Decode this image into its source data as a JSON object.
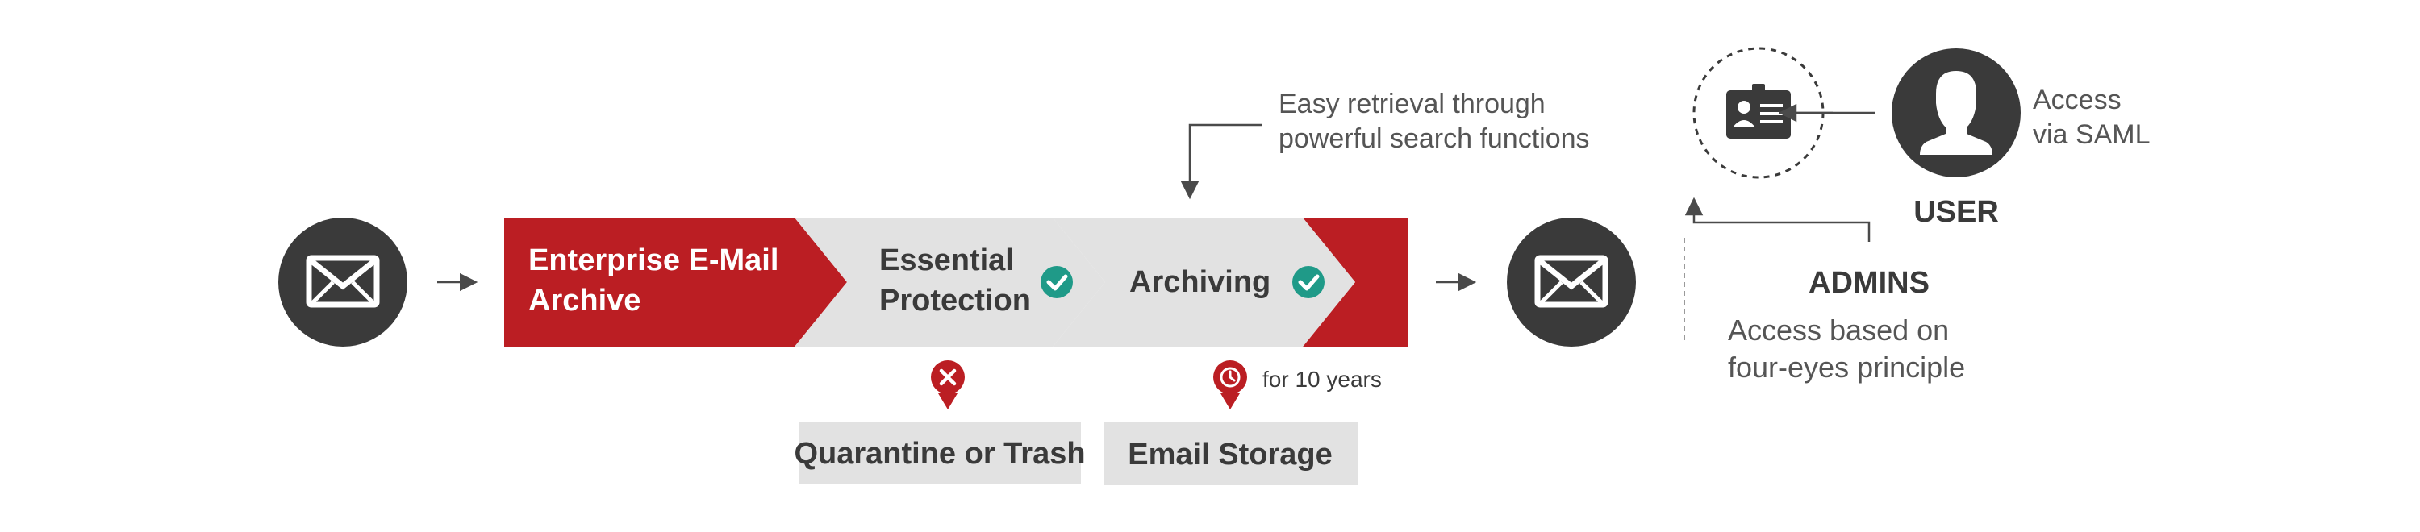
{
  "pipeline": {
    "archive_label": [
      "Enterprise E-Mail",
      "Archive"
    ],
    "protection_label": [
      "Essential",
      "Protection"
    ],
    "archiving_label": "Archiving"
  },
  "outputs": {
    "quarantine": "Quarantine or Trash",
    "storage": "Email Storage",
    "retention": "for 10 years"
  },
  "retrieval": [
    "Easy retrieval through",
    "powerful search functions"
  ],
  "user": {
    "title": "USER",
    "access": [
      "Access",
      "via SAML"
    ]
  },
  "admins": {
    "title": "ADMINS",
    "access": [
      "Access based on",
      "four-eyes principle"
    ]
  },
  "colors": {
    "brand_red": "#bb1e23",
    "step_gray": "#e2e2e2",
    "icon_dark": "#3a3a3a",
    "check_green": "#1f9a88",
    "text_dark": "#3a3a3a",
    "text_gray": "#555555"
  },
  "icons": [
    "envelope-icon",
    "id-badge-icon",
    "user-avatar-icon",
    "check-icon",
    "cross-icon",
    "clock-icon",
    "arrow-icon"
  ]
}
